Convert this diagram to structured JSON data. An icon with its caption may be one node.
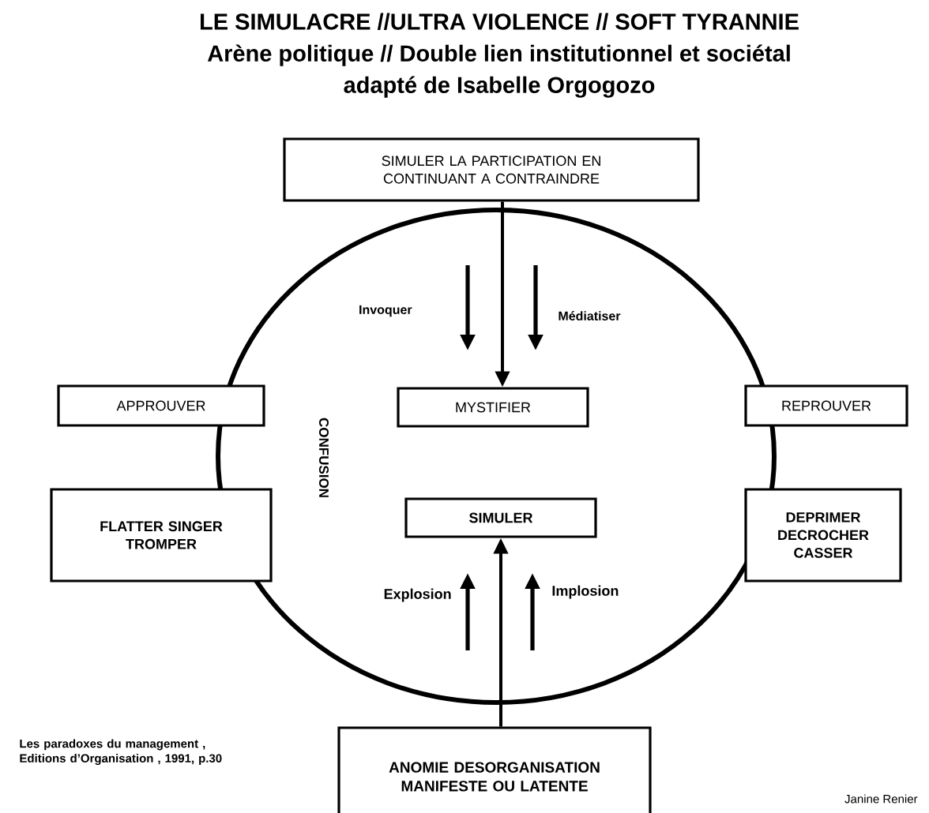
{
  "diagram": {
    "title": "LE SIMULACRE //ULTRA VIOLENCE // SOFT TYRANNIE",
    "nodes": [
      {
        "text": [
          "SIMULER LA PARTICIPATION EN CONTINUANT A CONTRAINDRE"
        ]
      },
      {
        "text": [],
        "shape": "circle"
      },
      {
        "text": [
          "APPROUVER"
        ]
      },
      {
        "text": [
          "MYSTIFIER"
        ],
        "in": 1
      },
      {
        "text": [
          "REPROUVER"
        ]
      },
      {
        "text": [
          "FLATTER SINGER TROMPER"
        ]
      },
      {
        "text": [
          "SIMULER"
        ],
        "in": 1
      },
      {
        "text": [
          "DEPRIMER DECROCHER CASSER"
        ]
      },
      {
        "text": [
          "ANOMIE DESORGANISATION MANIFESTE OU LATENTE"
        ]
      }
    ],
    "edges": [
      {
        "from": 0,
        "to": 3,
        "arrow": "to"
      },
      {
        "from": 8,
        "to": 6,
        "arrow": "to"
      }
    ],
    "labels": [
      "Arène politique // Double lien institutionnel et sociétal",
      "adapté de Isabelle Orgogozo",
      "Invoquer",
      "Médiatiser",
      "CONFUSION",
      "Explosion",
      "Implosion",
      "Les paradoxes du management , Editions d’Organisation , 1991, p.30",
      "Janine Renier"
    ]
  }
}
